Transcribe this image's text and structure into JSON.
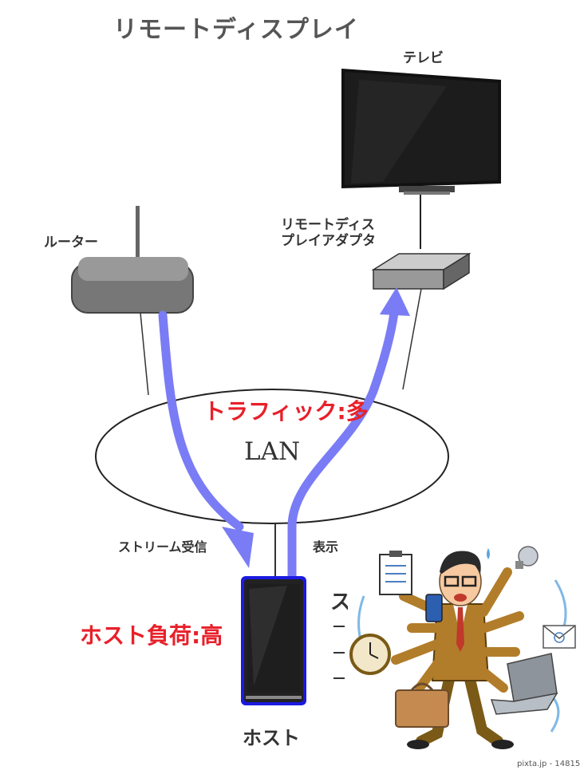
{
  "title": "リモートディスプレイ",
  "tv_label": "テレビ",
  "router_label": "ルーター",
  "adapter_label_line1": "リモートディス",
  "adapter_label_line2": "プレイアダプタ",
  "lan_label": "LAN",
  "traffic_label": "トラフィック:多",
  "stream_receive_label": "ストリーム受信",
  "display_label_partial": "表示",
  "host_load_label": "ホスト負荷:高",
  "host_label": "ホスト",
  "cut_text": "ス",
  "credit": "pixta.jp - 14815973",
  "colors": {
    "arrow": "#7a7cf5",
    "alert": "#e8202a",
    "phone_border": "#1a1ae0"
  }
}
